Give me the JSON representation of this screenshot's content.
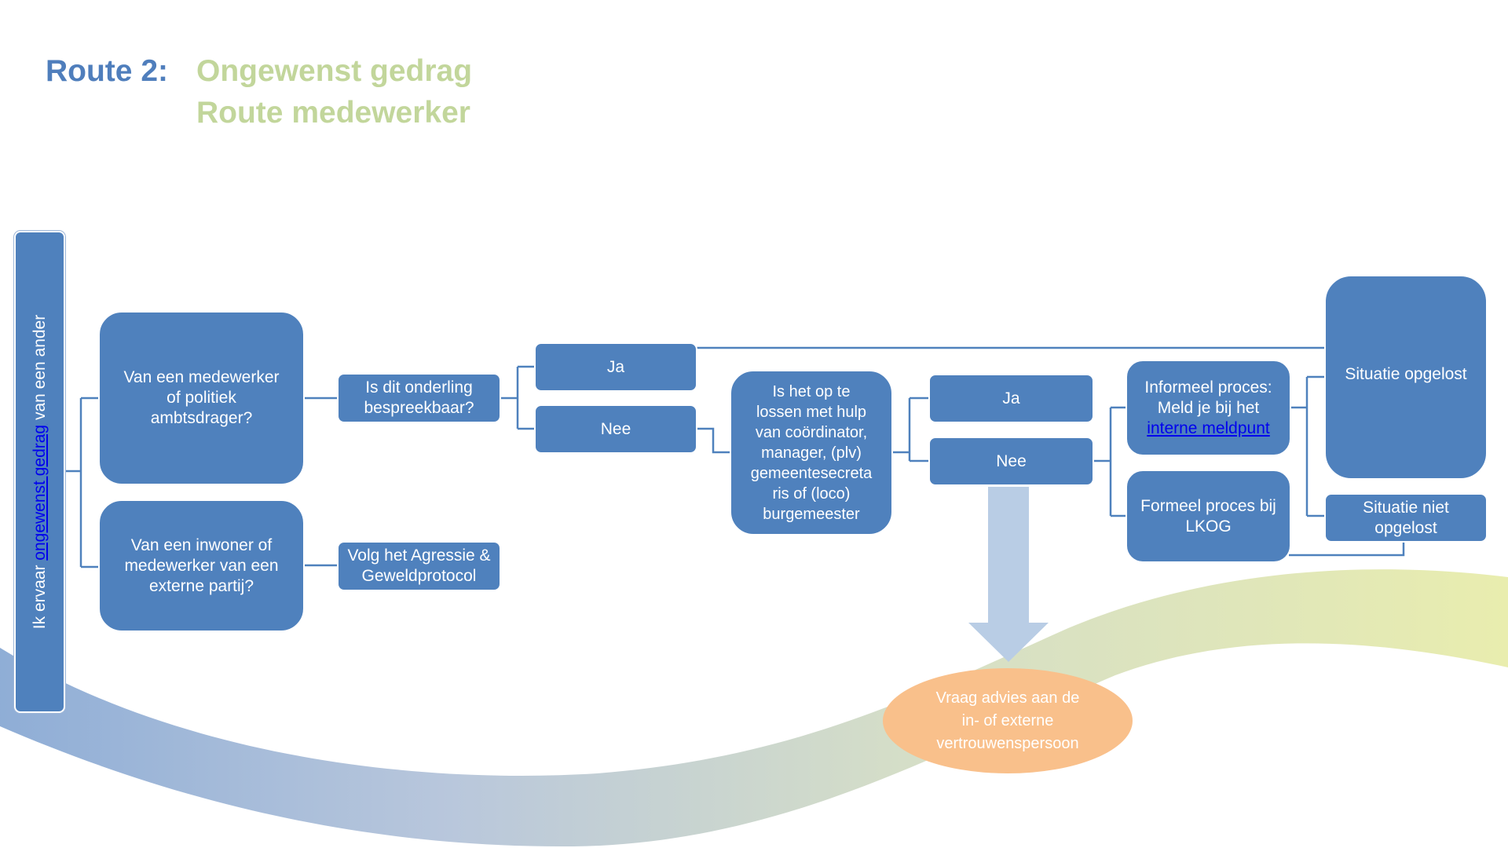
{
  "title": {
    "route": "Route 2:",
    "line1": "Ongewenst gedrag",
    "line2": "Route medewerker"
  },
  "start": {
    "prefix": "Ik ervaar ",
    "link": "ongewenst gedrag",
    "suffix": " van een ander"
  },
  "nodes": {
    "medewerker": "Van een medewerker\nof  politiek\nambtsdrager?",
    "inwoner": "Van een inwoner of\nmedewerker van een\nexterne partij?",
    "bespreekbaar": "Is dit onderling\nbespreekbaar?",
    "agressie": "Volg het Agressie &\nGeweldprotocol",
    "ja1": "Ja",
    "nee1": "Nee",
    "hulp": "Is het op te\nlossen met hulp\nvan coördinator,\nmanager, (plv)\ngemeentesecreta\nris of (loco)\nburgemeester",
    "ja2": "Ja",
    "nee2": "Nee",
    "informeel_text": "Informeel proces:\nMeld je bij het",
    "informeel_link": "interne meldpunt",
    "formeel": "Formeel proces bij\nLKOG",
    "opgelost": "Situatie opgelost",
    "niet_opgelost": "Situatie niet\nopgelost",
    "advies": "Vraag advies aan de\nin- of externe\nvertrouwenspersoon"
  },
  "colors": {
    "box": "#4f81bd",
    "title_route": "#4f7ebc",
    "title_sub": "#c2d69b",
    "arrow": "#b9cde5",
    "oval": "#f9c08b",
    "link": "#0000ee"
  }
}
